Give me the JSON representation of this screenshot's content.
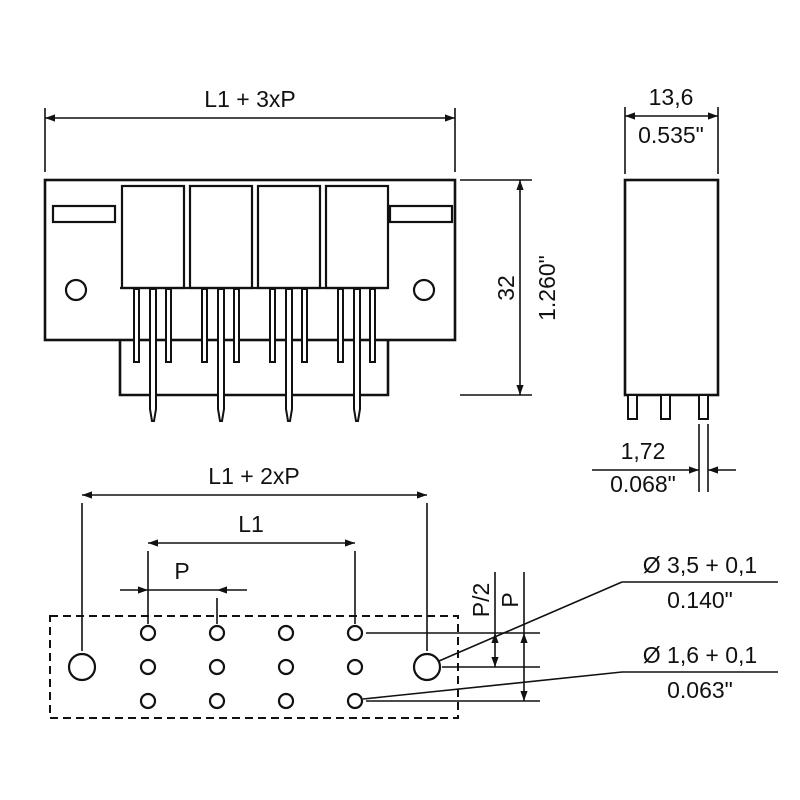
{
  "front_view": {
    "width_dim": "L1 + 3xP"
  },
  "side_view": {
    "width_mm": "13,6",
    "width_in": "0.535\"",
    "height_mm": "32",
    "height_in": "1.260\"",
    "pin_width_mm": "1,72",
    "pin_width_in": "0.068\""
  },
  "footprint": {
    "outer_span_dim": "L1 + 2xP",
    "inner_span_dim": "L1",
    "pitch_dim": "P",
    "row_half_pitch_dim": "P/2",
    "row_pitch_dim": "P",
    "large_hole_mm": "Ø 3,5 + 0,1",
    "large_hole_in": "0.140\"",
    "small_hole_mm": "Ø 1,6 + 0,1",
    "small_hole_in": "0.063\""
  }
}
